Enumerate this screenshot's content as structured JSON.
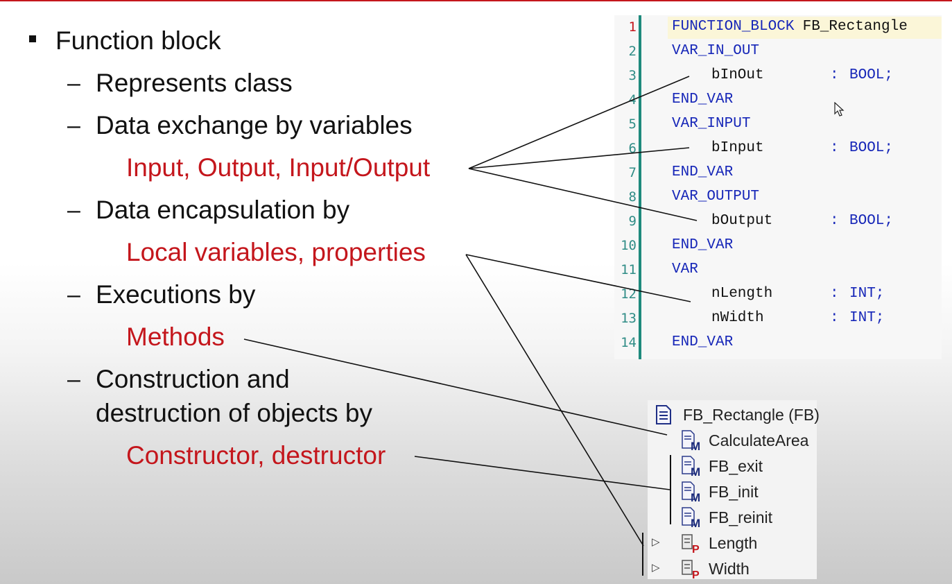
{
  "slide": {
    "bullet": "Function block",
    "items": [
      {
        "dash": "–",
        "text": "Represents class",
        "sub": ""
      },
      {
        "dash": "–",
        "text": "Data exchange by variables",
        "sub": "Input, Output, Input/Output"
      },
      {
        "dash": "–",
        "text": "Data encapsulation by",
        "sub": "Local variables, properties"
      },
      {
        "dash": "–",
        "text": "Executions by",
        "sub": "Methods"
      },
      {
        "dash": "–",
        "text": "Construction and",
        "text2": "destruction of objects by",
        "sub": "Constructor, destructor"
      }
    ]
  },
  "editor": {
    "lines": [
      {
        "n": "1",
        "kw": "FUNCTION_BLOCK",
        "rest": " FB_Rectangle"
      },
      {
        "n": "2",
        "kw": "VAR_IN_OUT",
        "rest": ""
      },
      {
        "n": "3",
        "name": "bInOut",
        "colon": ":",
        "type": "BOOL;"
      },
      {
        "n": "4",
        "kw": "END_VAR",
        "rest": ""
      },
      {
        "n": "5",
        "kw": "VAR_INPUT",
        "rest": ""
      },
      {
        "n": "6",
        "name": "bInput",
        "colon": ":",
        "type": "BOOL;"
      },
      {
        "n": "7",
        "kw": "END_VAR",
        "rest": ""
      },
      {
        "n": "8",
        "kw": "VAR_OUTPUT",
        "rest": ""
      },
      {
        "n": "9",
        "name": "bOutput",
        "colon": ":",
        "type": "BOOL;"
      },
      {
        "n": "10",
        "kw": "END_VAR",
        "rest": ""
      },
      {
        "n": "11",
        "kw": "VAR",
        "rest": ""
      },
      {
        "n": "12",
        "name": "nLength",
        "colon": ":",
        "type": "INT;"
      },
      {
        "n": "13",
        "name": "nWidth",
        "colon": ":",
        "type": "INT;"
      },
      {
        "n": "14",
        "kw": "END_VAR",
        "rest": ""
      }
    ]
  },
  "tree": {
    "root": {
      "label": "FB_Rectangle (FB)",
      "icon": "pou-document-icon"
    },
    "methods": [
      {
        "label": "CalculateArea",
        "icon": "method-icon"
      },
      {
        "label": "FB_exit",
        "icon": "method-icon"
      },
      {
        "label": "FB_init",
        "icon": "method-icon"
      },
      {
        "label": "FB_reinit",
        "icon": "method-icon"
      }
    ],
    "properties": [
      {
        "label": "Length",
        "icon": "property-icon",
        "expander": "▷"
      },
      {
        "label": "Width",
        "icon": "property-icon",
        "expander": "▷"
      }
    ]
  },
  "colors": {
    "accent_red": "#c4161c",
    "keyword_blue": "#1727b8",
    "gutter_teal": "#1f8a7d"
  }
}
